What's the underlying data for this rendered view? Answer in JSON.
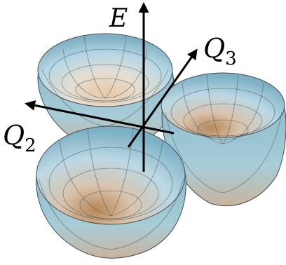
{
  "axes": {
    "energy": "E",
    "q2": {
      "base": "Q",
      "sub": "2"
    },
    "q3": {
      "base": "Q",
      "sub": "3"
    }
  },
  "colors": {
    "rim": "#7fb3c8",
    "inner_top": "#a9d3e3",
    "inner_mid": "#c9dce0",
    "warm": "#c79a74",
    "outer": "#86b6c7",
    "mesh": "#4a5a62",
    "axis": "#000000"
  },
  "paraboloids": [
    {
      "id": "upper-left"
    },
    {
      "id": "right"
    },
    {
      "id": "lower-left"
    }
  ]
}
